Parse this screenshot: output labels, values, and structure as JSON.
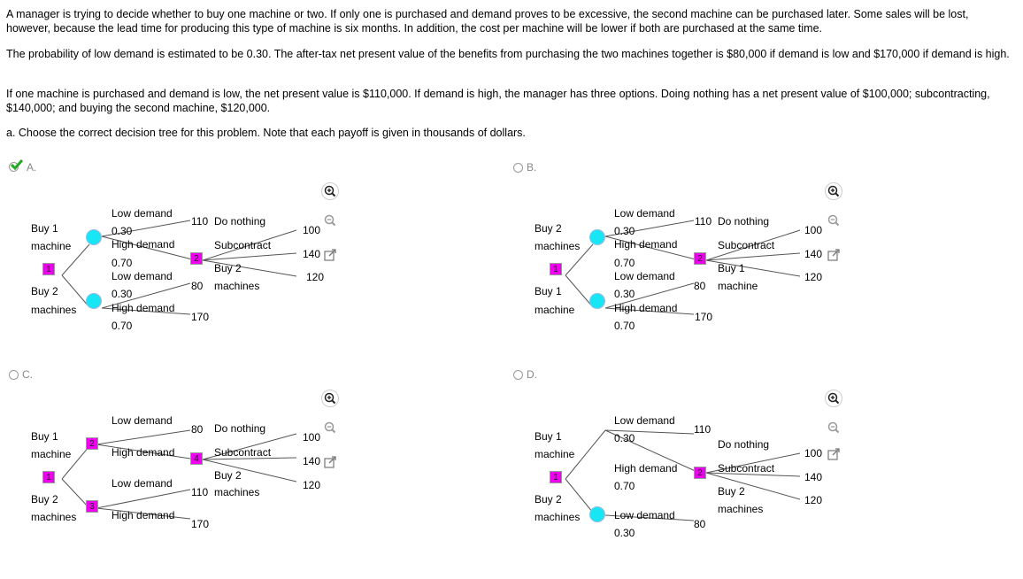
{
  "problem": {
    "p1": "A manager is trying to decide whether to buy one machine or two. If only one is purchased and demand proves to be excessive, the second machine can be purchased later. Some sales will be lost, however, because the lead time for producing this type of machine is six months. In addition, the cost per machine will be lower if both are purchased at the same time.",
    "p2": "The probability of low demand is estimated to be 0.30. The after-tax net present value of the benefits from purchasing the two machines together is $80,000 if demand is low and $170,000 if demand is high.",
    "p3": "If one machine is purchased and demand is low, the net present value is $110,000. If demand is high, the manager has three options. Doing nothing has a net present value of $100,000; subcontracting, $140,000; and buying the second machine, $120,000.",
    "question": "a. Choose the correct decision tree for this problem. Note that each payoff is given in thousands of dollars."
  },
  "options": {
    "A": {
      "label": "A.",
      "selected": true,
      "buy_top_1": "Buy 1",
      "buy_top_2": "machine",
      "buy_bot_1": "Buy 2",
      "buy_bot_2": "machines",
      "low1": "Low demand",
      "p_low1": "0.30",
      "high1": "High demand",
      "p_high1": "0.70",
      "low2": "Low demand",
      "p_low2": "0.30",
      "high2": "High demand",
      "p_high2": "0.70",
      "decision1": "1",
      "decision2": "2",
      "v110": "110",
      "v80": "80",
      "v170": "170",
      "opt1": "Do nothing",
      "opt2": "Subcontract",
      "opt3a": "Buy 2",
      "opt3b": "machines",
      "v100": "100",
      "v140": "140",
      "v120": "120"
    },
    "B": {
      "label": "B.",
      "selected": false,
      "buy_top_1": "Buy 2",
      "buy_top_2": "machines",
      "buy_bot_1": "Buy 1",
      "buy_bot_2": "machine",
      "low1": "Low demand",
      "p_low1": "0.30",
      "high1": "High demand",
      "p_high1": "0.70",
      "low2": "Low demand",
      "p_low2": "0.30",
      "high2": "High demand",
      "p_high2": "0.70",
      "decision1": "1",
      "decision2": "2",
      "v110": "110",
      "v80": "80",
      "v170": "170",
      "opt1": "Do nothing",
      "opt2": "Subcontract",
      "opt3a": "Buy 1",
      "opt3b": "machine",
      "v100": "100",
      "v140": "140",
      "v120": "120"
    },
    "C": {
      "label": "C.",
      "selected": false,
      "buy_top_1": "Buy 1",
      "buy_top_2": "machine",
      "buy_bot_1": "Buy 2",
      "buy_bot_2": "machines",
      "low1": "Low demand",
      "high1": "High demand",
      "low2": "Low demand",
      "high2": "High demand",
      "decision1": "1",
      "n2": "2",
      "n3": "3",
      "n4": "4",
      "v80": "80",
      "v110": "110",
      "v170": "170",
      "opt1": "Do nothing",
      "opt2": "Subcontract",
      "opt3a": "Buy 2",
      "opt3b": "machines",
      "v100": "100",
      "v140": "140",
      "v120": "120"
    },
    "D": {
      "label": "D.",
      "selected": false,
      "buy_top_1": "Buy 1",
      "buy_top_2": "machine",
      "buy_bot_1": "Buy 2",
      "buy_bot_2": "machines",
      "low1": "Low demand",
      "p_low1": "0.30",
      "high1": "High demand",
      "p_high1": "0.70",
      "low2": "Low demand",
      "p_low2": "0.30",
      "decision1": "1",
      "decision2": "2",
      "v110": "110",
      "v80": "80",
      "opt1": "Do nothing",
      "opt2": "Subcontract",
      "opt3a": "Buy 2",
      "opt3b": "machines",
      "v100": "100",
      "v140": "140",
      "v120": "120"
    }
  },
  "colors": {
    "decision_node": "#f000f0",
    "chance_node": "#19e6f5",
    "check": "#22aa22"
  },
  "icons": [
    "zoom-in-icon",
    "zoom-out-icon",
    "open-in-new-window-icon",
    "check-mark-icon"
  ]
}
